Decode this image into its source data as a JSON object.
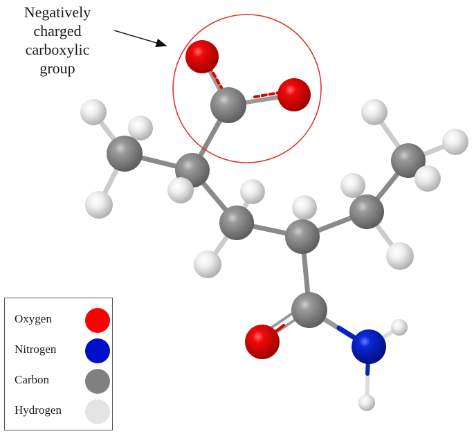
{
  "annotation": {
    "lines": [
      "Negatively",
      "charged",
      "carboxylic",
      "group"
    ],
    "highlight_color": "#e03030"
  },
  "legend": {
    "items": [
      {
        "label": "Oxygen",
        "color": "#ff0000"
      },
      {
        "label": "Nitrogen",
        "color": "#0010c8"
      },
      {
        "label": "Carbon",
        "color": "#808080"
      },
      {
        "label": "Hydrogen",
        "color": "#e4e4e4"
      }
    ]
  },
  "molecule": {
    "description": "Ball-and-stick model with carboxylate and amide groups",
    "atom_colors": {
      "O": "#e00000",
      "N": "#0a22c0",
      "C": "#888888",
      "H": "#e8e8e8"
    }
  }
}
